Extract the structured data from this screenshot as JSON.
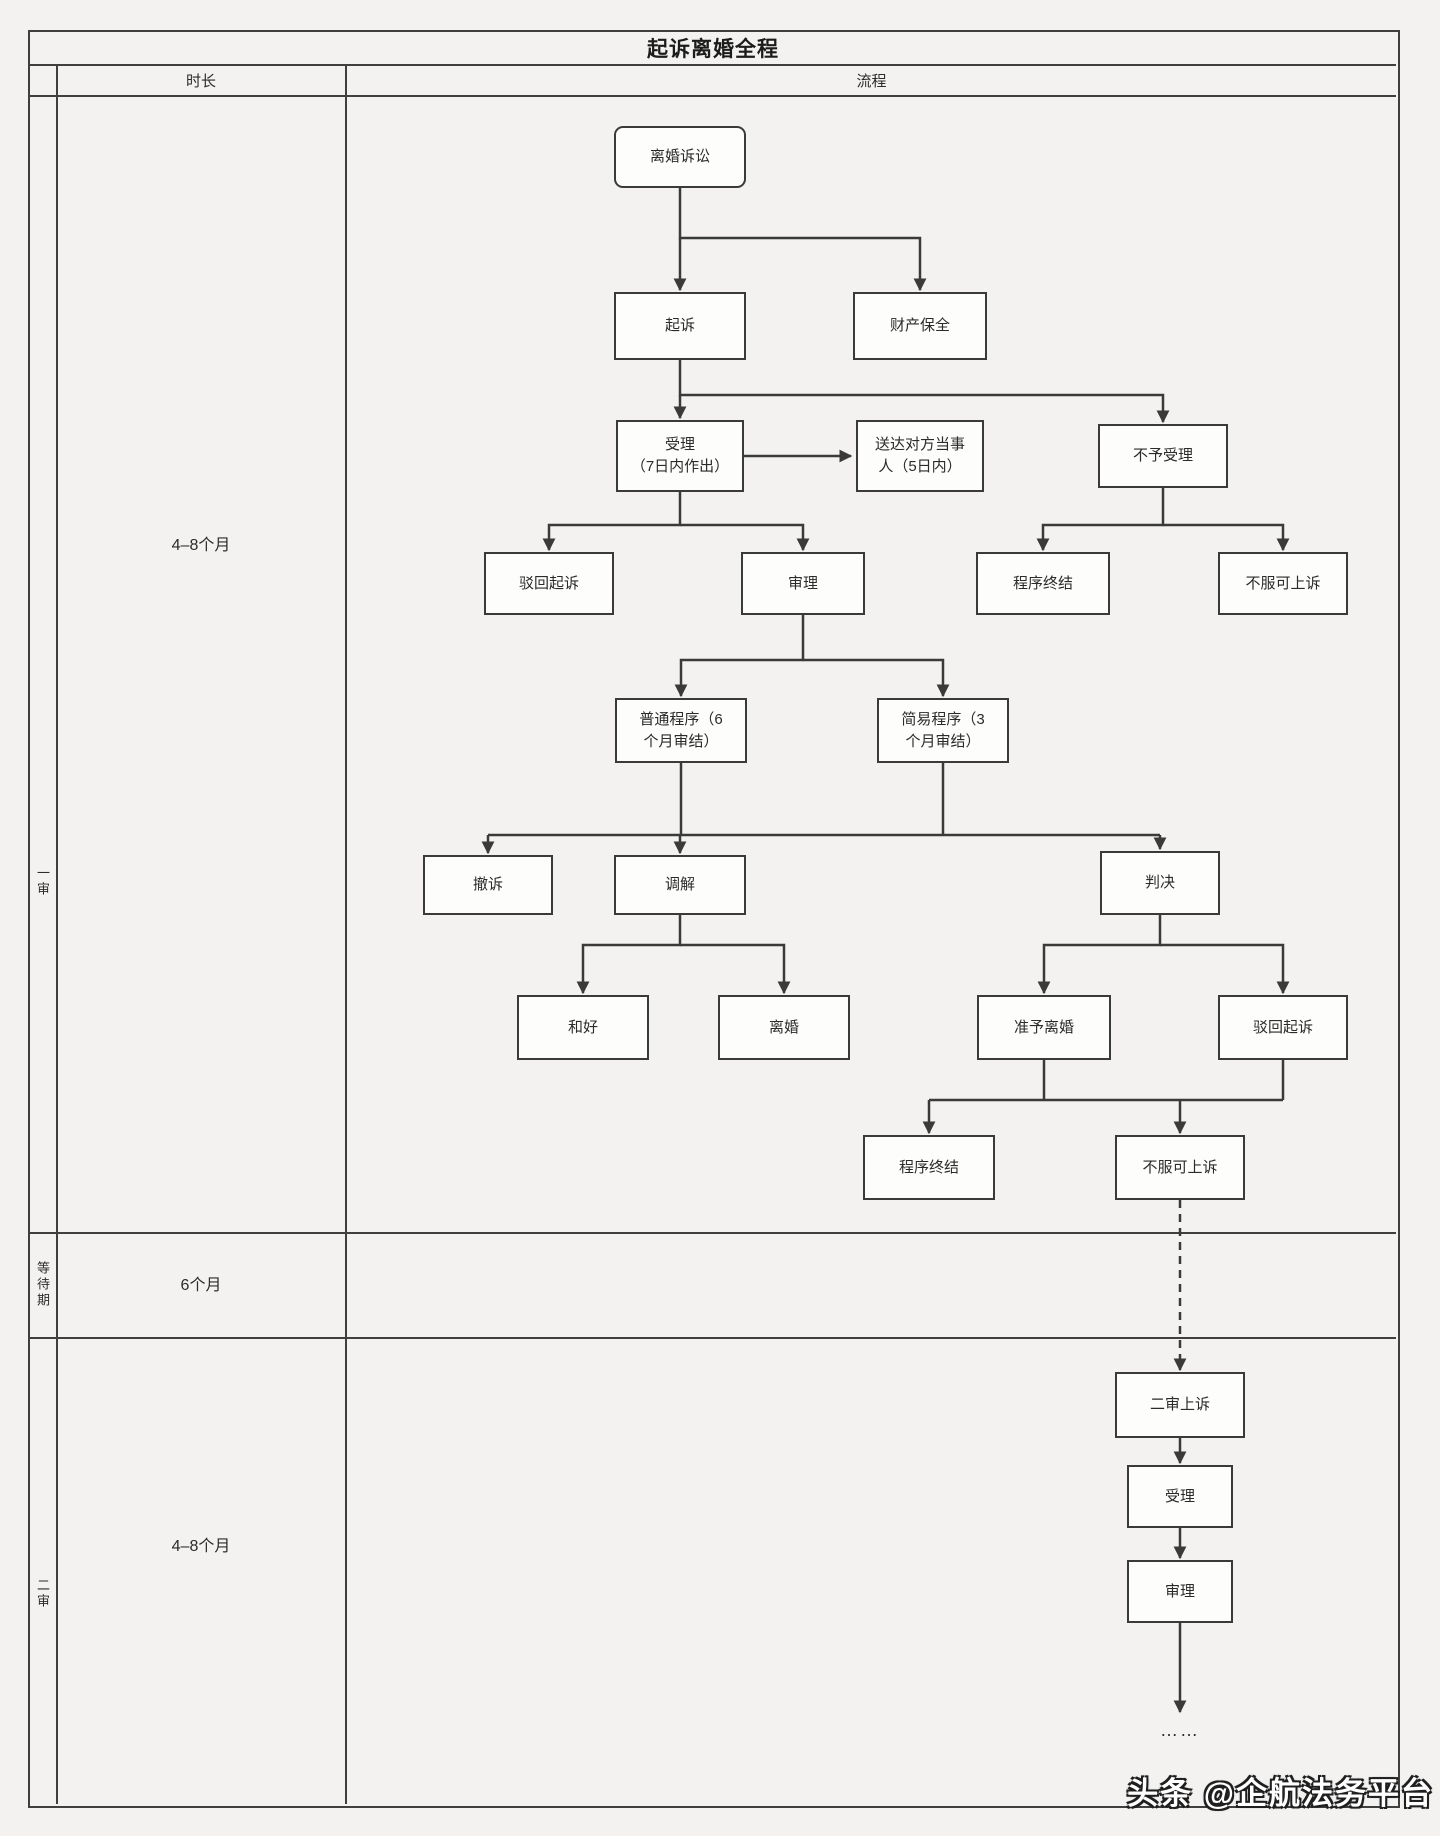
{
  "title": "起诉离婚全程",
  "header": {
    "duration": "时长",
    "process": "流程"
  },
  "rows": {
    "first": {
      "label": "一审",
      "duration": "4–8个月"
    },
    "waiting": {
      "label": "等待期",
      "duration": "6个月"
    },
    "second": {
      "label": "二审",
      "duration": "4–8个月"
    }
  },
  "nodes": {
    "lawsuit": "离婚诉讼",
    "sue": "起诉",
    "property_preservation": "财产保全",
    "accept": "受理\n（7日内作出）",
    "serve_party": "送达对方当事\n人（5日内）",
    "reject_case": "不予受理",
    "dismiss_1": "驳回起诉",
    "trial": "审理",
    "end_1": "程序终结",
    "appealable_1": "不服可上诉",
    "ordinary": "普通程序（6\n个月审结）",
    "summary": "简易程序（3\n个月审结）",
    "withdraw": "撤诉",
    "mediation": "调解",
    "judgment": "判决",
    "reconcile": "和好",
    "divorce": "离婚",
    "grant_divorce": "准予离婚",
    "dismiss_2": "驳回起诉",
    "end_2": "程序终结",
    "appealable_2": "不服可上诉",
    "second_appeal": "二审上诉",
    "accept_2": "受理",
    "trial_2": "审理",
    "ellipsis": "……"
  },
  "colors": {
    "line": "#3a3a3a",
    "node_fill": "#fdfdfb",
    "background": "#f3f2f0"
  },
  "watermark": "头条 @企航法务平台"
}
